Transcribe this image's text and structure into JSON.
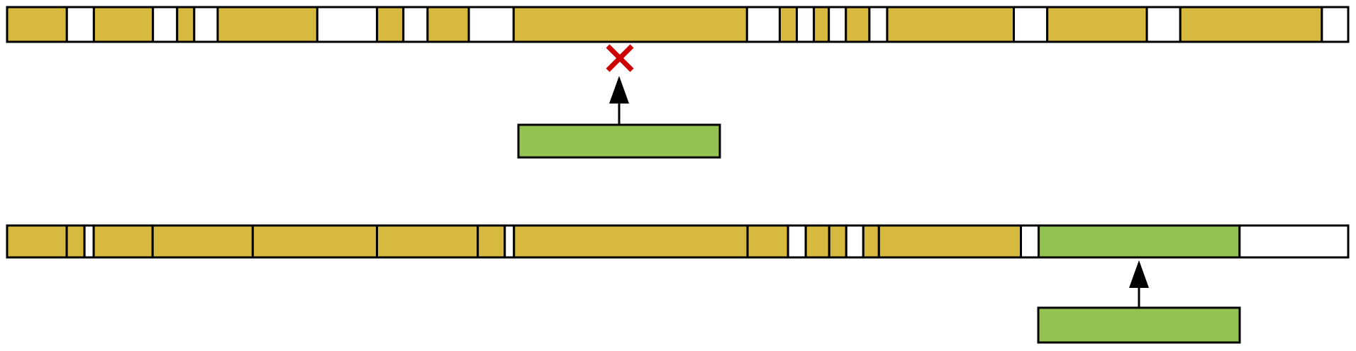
{
  "colors": {
    "allocated": "#D8B940",
    "free": "#FFFFFF",
    "new_block": "#93C252",
    "outline": "#000000",
    "reject_mark": "#CC0000"
  },
  "top_row": {
    "state": [
      "allocated",
      "free",
      "allocated",
      "free",
      "allocated",
      "free",
      "allocated",
      "free",
      "allocated",
      "free",
      "allocated",
      "free",
      "allocated",
      "free",
      "allocated",
      "free",
      "allocated",
      "free",
      "allocated",
      "free",
      "allocated",
      "free",
      "allocated",
      "free",
      "allocated",
      "free"
    ],
    "weights": [
      84,
      38,
      83,
      34,
      24,
      33,
      140,
      84,
      37,
      34,
      58,
      63,
      328,
      46,
      24,
      24,
      21,
      24,
      33,
      25,
      178,
      47,
      140,
      47,
      199,
      37
    ]
  },
  "bottom_row": {
    "state": [
      "allocated",
      "allocated",
      "free",
      "allocated",
      "allocated",
      "allocated",
      "allocated",
      "allocated",
      "free",
      "allocated",
      "allocated",
      "free",
      "allocated",
      "allocated",
      "free",
      "allocated",
      "allocated",
      "free",
      "new",
      "free"
    ],
    "weights": [
      84,
      25,
      13,
      83,
      141,
      175,
      142,
      38,
      13,
      329,
      57,
      25,
      33,
      24,
      24,
      22,
      200,
      25,
      283,
      153
    ]
  },
  "incoming_top": {
    "status": "rejected",
    "icon": "cross-icon"
  },
  "incoming_bottom": {
    "status": "accepted",
    "icon": "arrow-up-icon"
  }
}
